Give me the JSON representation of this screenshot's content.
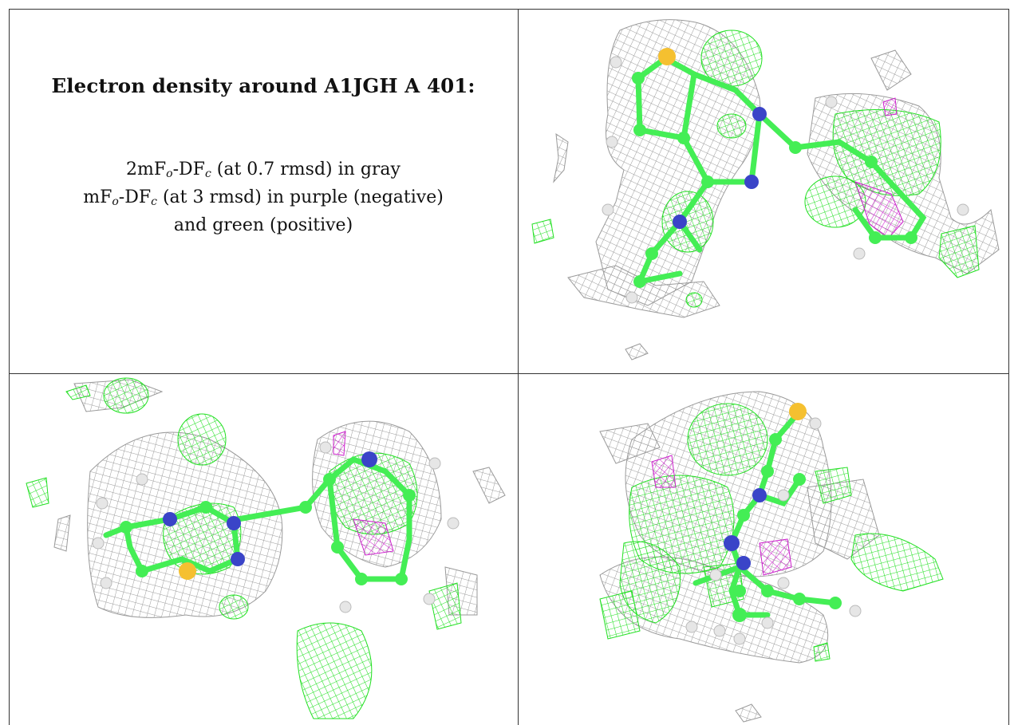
{
  "caption": {
    "title": "Electron density around A1JGH A 401:",
    "line1": {
      "prefix": "2mF",
      "o": "o",
      "mid": "-DF",
      "c": "c",
      "suffix": " (at 0.7 rmsd) in gray"
    },
    "line2": {
      "prefix": "mF",
      "o": "o",
      "mid": "-DF",
      "c": "c",
      "suffix": " (at 3 rmsd) in purple (negative)"
    },
    "line3": "and green (positive)"
  },
  "colors": {
    "mesh_2fofc": "#9a9a9a",
    "mesh_positive": "#22e022",
    "mesh_negative": "#cc22cc",
    "carbon": "#44ee55",
    "nitrogen": "#3a44c8",
    "sulfur": "#f5c030",
    "hydrogen": "#e6e6e6"
  },
  "panels": [
    {
      "id": "top-right",
      "content": "ligand-density-view-1"
    },
    {
      "id": "bottom-left",
      "content": "ligand-density-view-2"
    },
    {
      "id": "bottom-right",
      "content": "ligand-density-view-3"
    }
  ]
}
